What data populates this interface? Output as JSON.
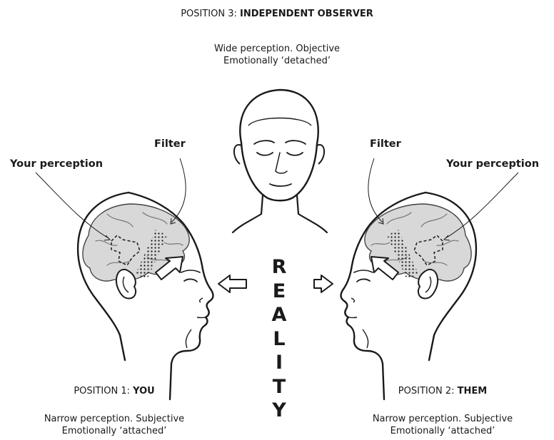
{
  "observer": {
    "position_prefix": "POSITION 3: ",
    "position_name": "INDEPENDENT OBSERVER",
    "desc_line1": "Wide perception. Objective",
    "desc_line2": "Emotionally ‘detached’"
  },
  "left": {
    "perception_label": "Your perception",
    "filter_label": "Filter",
    "position_prefix": "POSITION 1: ",
    "position_name": "YOU",
    "desc_line1": "Narrow perception. Subjective",
    "desc_line2": "Emotionally ‘attached’"
  },
  "right": {
    "perception_label": "Your perception",
    "filter_label": "Filter",
    "position_prefix": "POSITION 2: ",
    "position_name": "THEM",
    "desc_line1": "Narrow perception. Subjective",
    "desc_line2": "Emotionally ‘attached’"
  },
  "reality": {
    "letters": [
      "R",
      "E",
      "A",
      "L",
      "I",
      "T",
      "Y"
    ]
  },
  "colors": {
    "line": "#1a1a1a",
    "brain_fill": "#d8d8d8",
    "background": "#ffffff"
  },
  "icons": [
    "observer-head-icon",
    "left-head-icon",
    "right-head-icon",
    "arrow-left-icon",
    "arrow-right-icon"
  ]
}
